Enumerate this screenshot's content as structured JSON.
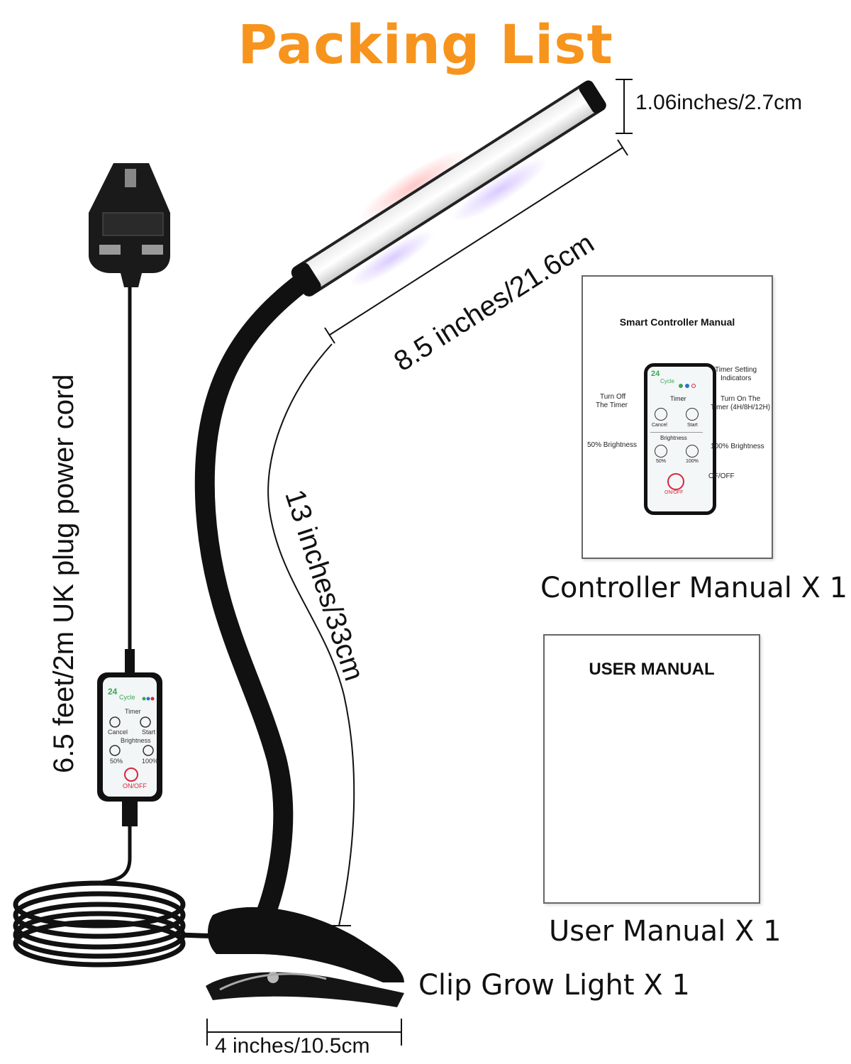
{
  "title": "Packing List",
  "dimensions": {
    "height": "1.06inches/2.7cm",
    "length": "8.5 inches/21.6cm",
    "neck": "13 inches/33cm",
    "base": "4 inches/10.5cm",
    "cord": "6.5 feet/2m UK plug power cord"
  },
  "controller_manual": {
    "heading": "Smart Controller Manual",
    "labels": {
      "timer_setting": "Timer Setting",
      "indicators": "Indicators",
      "turn_off": "Turn Off",
      "the_timer": "The Timer",
      "timer": "Timer",
      "turn_on": "Turn On The",
      "timer_hours": "Timer (4H/8H/12H)",
      "cancel": "Cancel",
      "start": "Start",
      "brightness": "Brightness",
      "half": "50% Brightness",
      "full": "100% Brightness",
      "pct50": "50%",
      "pct100": "100%",
      "of_off": "OF/OFF",
      "on_off": "ON/OFF",
      "cycle_num": "24",
      "cycle": "Cycle"
    },
    "caption": "Controller Manual X 1"
  },
  "user_manual": {
    "heading": "USER MANUAL",
    "caption": "User Manual X 1"
  },
  "device_caption": "Clip Grow Light X 1",
  "inline_controller": {
    "cycle_num": "24",
    "cycle": "Cycle",
    "timer": "Timer",
    "cancel": "Cancel",
    "start": "Start",
    "brightness": "Brightness",
    "pct50": "50%",
    "pct100": "100%",
    "on_off": "ON/OFF"
  },
  "colors": {
    "title": "#f7941d",
    "power": "#d7263d",
    "indicator_green": "#3aa655",
    "indicator_blue": "#2b6fd6",
    "indicator_red": "#d7263d"
  }
}
